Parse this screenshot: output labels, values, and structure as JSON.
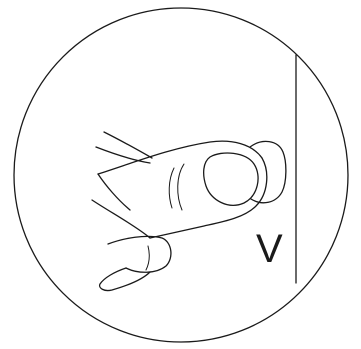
{
  "diagram": {
    "label": "V",
    "colors": {
      "line": "#1a1a1a",
      "background": "#ffffff"
    },
    "icons": {
      "frame": "circle-frame",
      "wall": "vertical-surface",
      "hand": "thumb-press-icon",
      "object": "suction-cup-icon"
    }
  }
}
